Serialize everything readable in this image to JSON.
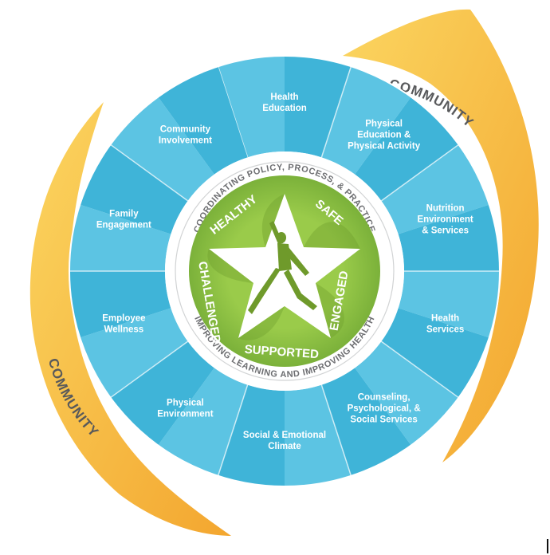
{
  "community_labels": [
    "COMMUNITY",
    "COMMUNITY"
  ],
  "segments": [
    {
      "lines": [
        "Health",
        "Education"
      ]
    },
    {
      "lines": [
        "Physical",
        "Education &",
        "Physical Activity"
      ]
    },
    {
      "lines": [
        "Nutrition",
        "Environment",
        "& Services"
      ]
    },
    {
      "lines": [
        "Health",
        "Services"
      ]
    },
    {
      "lines": [
        "Counseling,",
        "Psychological, &",
        "Social Services"
      ]
    },
    {
      "lines": [
        "Social & Emotional",
        "Climate"
      ]
    },
    {
      "lines": [
        "Physical",
        "Environment"
      ]
    },
    {
      "lines": [
        "Employee",
        "Wellness"
      ]
    },
    {
      "lines": [
        "Family",
        "Engagement"
      ]
    },
    {
      "lines": [
        "Community",
        "Involvement"
      ]
    }
  ],
  "inner_ring": {
    "top_text": "COORDINATING POLICY, PROCESS, & PRACTICE",
    "bottom_text": "IMPROVING LEARNING AND IMPROVING HEALTH"
  },
  "star_words": [
    "HEALTHY",
    "SAFE",
    "ENGAGED",
    "SUPPORTED",
    "CHALLENGED"
  ],
  "colors": {
    "community": "#f5b335",
    "community_light": "#fbd560",
    "segment_a": "#3fb4d8",
    "segment_b": "#5cc4e3",
    "segment_line": "#ffffff",
    "ring": "#ffffff",
    "ring_text": "#6d6e71",
    "green": "#8cbf3f",
    "green_dark": "#6a9a2a",
    "figure": "#6f9a2b"
  }
}
